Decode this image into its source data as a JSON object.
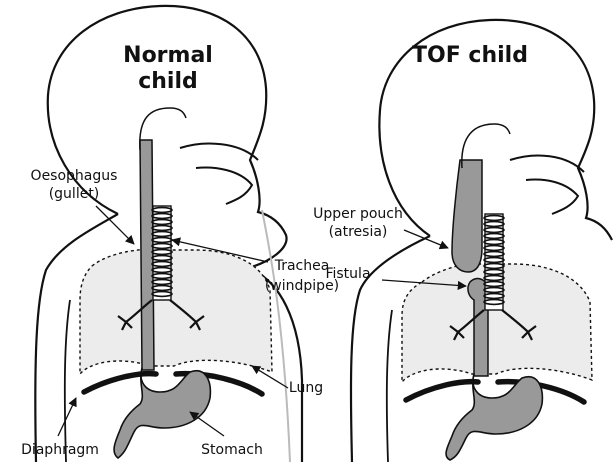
{
  "colors": {
    "outline": "#111111",
    "lung_fill": "#ececec",
    "organ_fill": "#999999",
    "diaphragm": "#111111",
    "white": "#ffffff"
  },
  "normal": {
    "title_line1": "Normal",
    "title_line2": "child",
    "labels": {
      "oesophagus_1": "Oesophagus",
      "oesophagus_2": "(gullet)",
      "trachea_1": "Trachea",
      "trachea_2": "(windpipe)",
      "lung": "Lung",
      "diaphragm": "Diaphragm",
      "stomach": "Stomach"
    }
  },
  "tof": {
    "title": "TOF child",
    "labels": {
      "upper_pouch_1": "Upper pouch",
      "upper_pouch_2": "(atresia)",
      "fistula": "Fistula"
    }
  }
}
